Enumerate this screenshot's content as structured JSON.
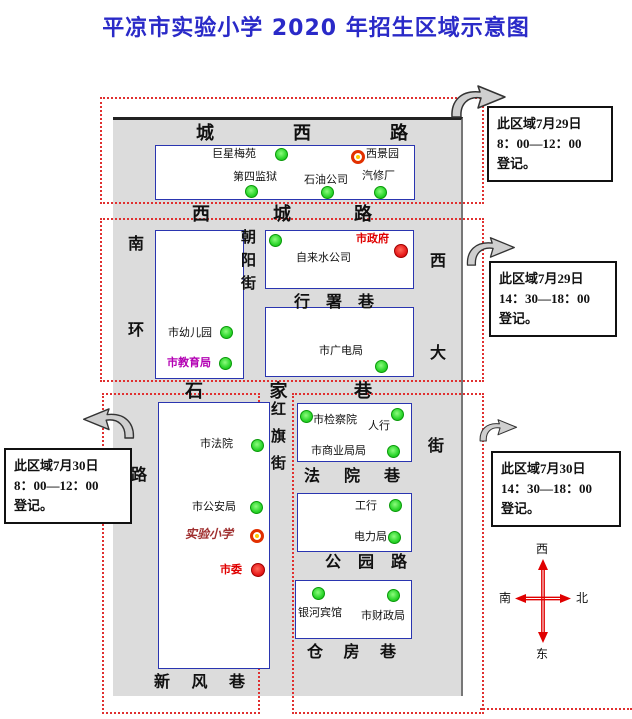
{
  "title": "平凉市实验小学 2020 年招生区域示意图",
  "colors": {
    "title_blue": "#2a2ac8",
    "map_gray": "#dcdcdc",
    "box_border_blue": "#2a35b0",
    "region_dotted_red": "#e03030",
    "green_marker": "#2bd52b",
    "red_marker": "#e81c1c",
    "ring_marker_outer": "#e23000",
    "ring_marker_inner": "#ffc800",
    "red_label": "#e00000",
    "magenta_label": "#b300b3",
    "compass_red": "#e00000"
  },
  "roads": {
    "chengxi": {
      "name": "城西路",
      "chars": [
        "城",
        "西",
        "路"
      ]
    },
    "xicheng": {
      "name": "西城路",
      "chars": [
        "西",
        "城",
        "路"
      ]
    },
    "nanhuan": {
      "name": "南环路",
      "chars": [
        "南",
        "环",
        "路"
      ]
    },
    "chaoyang": {
      "name": "朝阳街",
      "chars": [
        "朝",
        "阳",
        "街"
      ]
    },
    "xingshu": {
      "name": "行署巷",
      "chars": [
        "行",
        "署",
        "巷"
      ]
    },
    "xida": {
      "name": "西大街",
      "chars": [
        "西",
        "大",
        "街"
      ]
    },
    "shijia": {
      "name": "石家巷",
      "chars": [
        "石",
        "家",
        "巷"
      ]
    },
    "hongqi": {
      "name": "红旗街",
      "chars": [
        "红",
        "旗",
        "街"
      ]
    },
    "fayuan": {
      "name": "法院巷",
      "chars": [
        "法",
        "院",
        "巷"
      ]
    },
    "gongyuan": {
      "name": "公园路",
      "chars": [
        "公",
        "园",
        "路"
      ]
    },
    "cangfang": {
      "name": "仓房巷",
      "chars": [
        "仓",
        "房",
        "巷"
      ]
    },
    "xinfeng": {
      "name": "新风巷",
      "chars": [
        "新",
        "风",
        "巷"
      ]
    }
  },
  "places": {
    "juxing_meiyuan": {
      "label": "巨星梅苑",
      "marker": "green"
    },
    "xijingyuan": {
      "label": "西景园",
      "marker": "ring"
    },
    "disi_jianyu": {
      "label": "第四监狱",
      "marker": "green"
    },
    "shiyou_gongsi": {
      "label": "石油公司",
      "marker": "green"
    },
    "qixiuchang": {
      "label": "汽修厂",
      "marker": "green"
    },
    "zilaishui_gongsi": {
      "label": "自来水公司",
      "marker": "green"
    },
    "shizhengfu": {
      "label": "市政府",
      "marker": "red",
      "label_color": "red"
    },
    "shi_youeryuan": {
      "label": "市幼儿园",
      "marker": "green"
    },
    "shi_jiaoyuju": {
      "label": "市教育局",
      "marker": "green",
      "label_color": "magenta"
    },
    "shi_guangdianju": {
      "label": "市广电局",
      "marker": "green"
    },
    "shi_fayuan": {
      "label": "市法院",
      "marker": "green"
    },
    "shi_gonganju": {
      "label": "市公安局",
      "marker": "green"
    },
    "shiyan_xiaoxue": {
      "label": "实验小学",
      "marker": "ring",
      "label_color": "dark_red"
    },
    "shiwei": {
      "label": "市委",
      "marker": "red",
      "label_color": "red"
    },
    "shi_jianchayuan": {
      "label": "市检察院",
      "marker": "green"
    },
    "renhang": {
      "label": "人行",
      "marker": "green"
    },
    "shi_shangyeju": {
      "label": "市商业局局",
      "marker": "green"
    },
    "gonghang": {
      "label": "工行",
      "marker": "green"
    },
    "dianliju": {
      "label": "电力局",
      "marker": "green"
    },
    "yinhe_binguan": {
      "label": "银河宾馆",
      "marker": "green"
    },
    "shi_caizhengju": {
      "label": "市财政局",
      "marker": "green"
    }
  },
  "callouts": [
    {
      "text": [
        "此区域7月29日",
        "8：00—12：00",
        "登记。"
      ]
    },
    {
      "text": [
        "此区域7月29日",
        "14：30—18：00",
        "登记。"
      ]
    },
    {
      "text": [
        "此区域7月30日",
        "8：00—12：00",
        "登记。"
      ]
    },
    {
      "text": [
        "此区域7月30日",
        "14：30—18：00",
        "登记。"
      ]
    }
  ],
  "compass": {
    "top": "西",
    "left": "南",
    "right": "北",
    "bottom": "东"
  }
}
